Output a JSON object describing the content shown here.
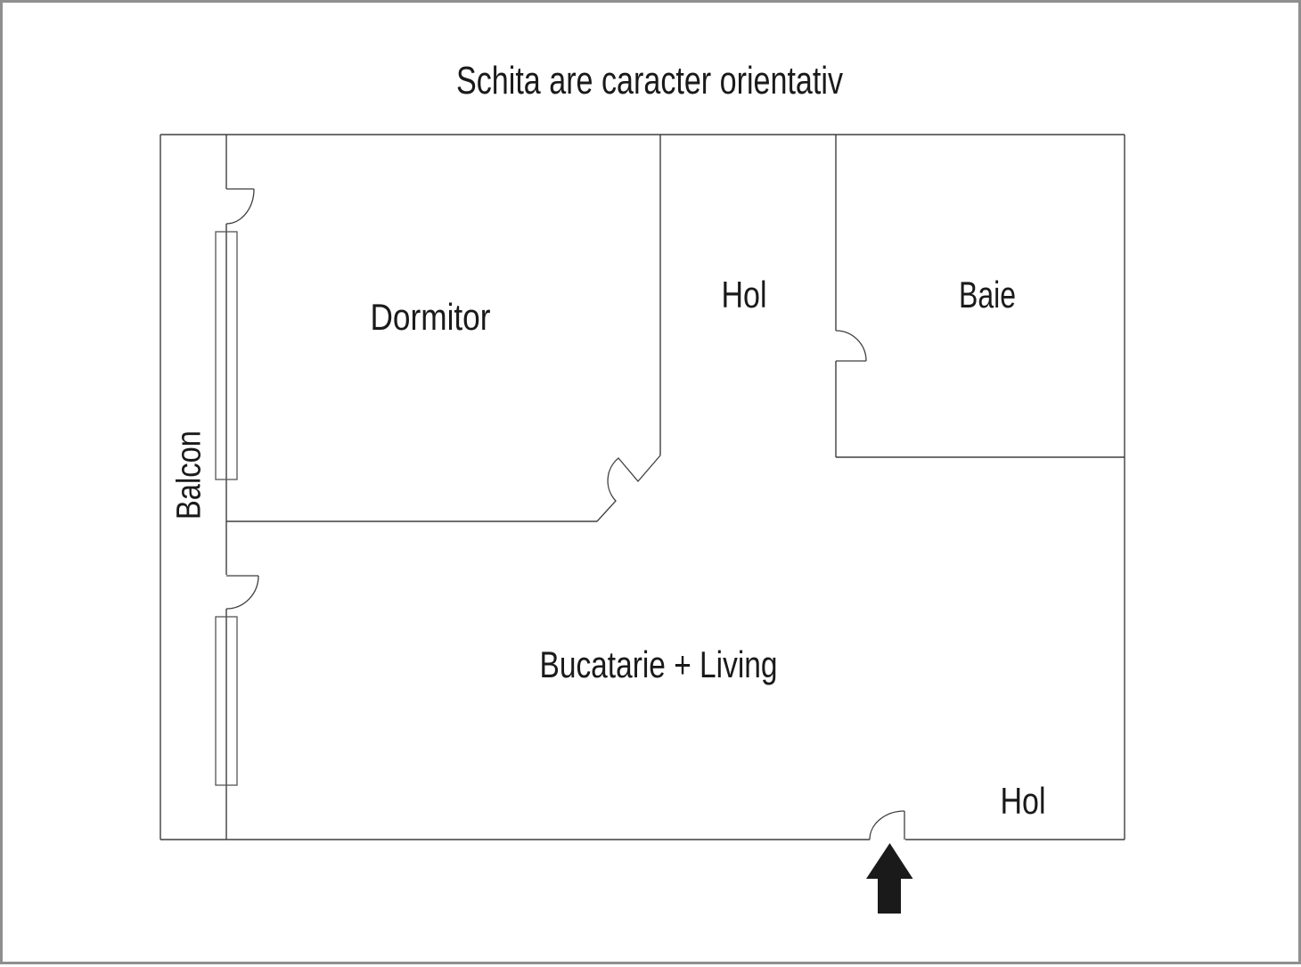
{
  "page": {
    "background": "#ffffff",
    "frame_border_color": "#8f8f8f",
    "title": "Schita are caracter orientativ"
  },
  "colors": {
    "wall_line": "#3f3f3f",
    "label_text": "#1a1a1a",
    "entrance_arrow": "#1a1a1a"
  },
  "floor_plan": {
    "rooms": [
      {
        "id": "dormitor",
        "label": "Dormitor"
      },
      {
        "id": "hol-upper",
        "label": "Hol"
      },
      {
        "id": "baie",
        "label": "Baie"
      },
      {
        "id": "bucatarie-living",
        "label": "Bucatarie + Living"
      },
      {
        "id": "hol-entrance",
        "label": "Hol"
      },
      {
        "id": "balcon",
        "label": "Balcon"
      }
    ],
    "icons": [
      {
        "id": "entrance-arrow",
        "meaning": "entrance direction (up into apartment)"
      }
    ]
  }
}
